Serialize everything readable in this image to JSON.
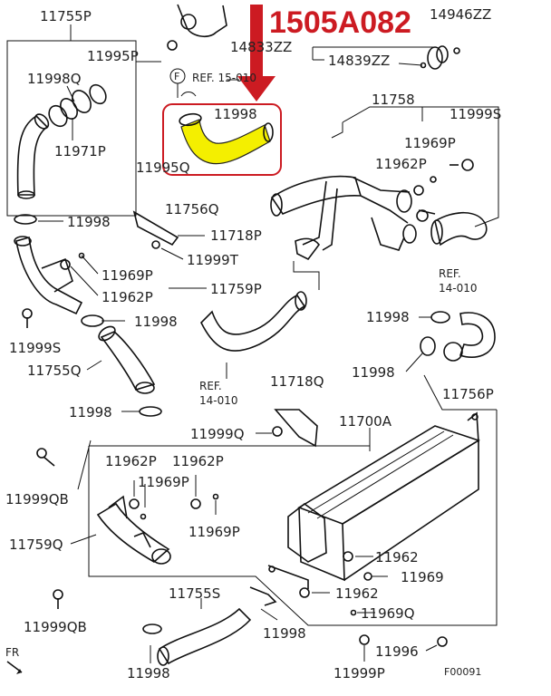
{
  "highlight": {
    "part_code": "1505A082",
    "color": "#cc1b22",
    "hose_color": "#f4ef00"
  },
  "labels": {
    "l_11755P": "11755P",
    "l_11995P": "11995P",
    "l_11998Q": "11998Q",
    "l_11971P": "11971P",
    "l_F": "F",
    "l_ref1": "REF. 15-010",
    "l_11998_top": "11998",
    "l_14833ZZ": "14833ZZ",
    "l_14946ZZ": "14946ZZ",
    "l_14839ZZ": "14839ZZ",
    "l_11758": "11758",
    "l_11999S_r": "11999S",
    "l_11969P_r": "11969P",
    "l_11962P_r": "11962P",
    "l_11995Q": "11995Q",
    "l_11756Q": "11756Q",
    "l_11998_l1": "11998",
    "l_11718P": "11718P",
    "l_11999T": "11999T",
    "l_11969P_l": "11969P",
    "l_11962P_l": "11962P",
    "l_11759P": "11759P",
    "l_ref2": "REF.",
    "l_ref2b": "14-010",
    "l_11998_r1": "11998",
    "l_11999S_l": "11999S",
    "l_11998_l2": "11998",
    "l_11755Q": "11755Q",
    "l_ref3": "REF.",
    "l_ref3b": "14-010",
    "l_11718Q": "11718Q",
    "l_11998_r2": "11998",
    "l_11756P": "11756P",
    "l_11998_l3": "11998",
    "l_11999Q": "11999Q",
    "l_11700A": "11700A",
    "l_11962P_b1": "11962P",
    "l_11962P_b2": "11962P",
    "l_11969P_b": "11969P",
    "l_11999QB_1": "11999QB",
    "l_11969P_b2": "11969P",
    "l_11759Q": "11759Q",
    "l_11962_a": "11962",
    "l_FR": "FR",
    "l_11969_a": "11969",
    "l_11755S": "11755S",
    "l_11962_b": "11962",
    "l_11999QB_2": "11999QB",
    "l_11998_b1": "11998",
    "l_11969Q": "11969Q",
    "l_11996": "11996",
    "l_11998_b2": "11998",
    "l_11999P": "11999P",
    "l_fig": "F00091"
  }
}
